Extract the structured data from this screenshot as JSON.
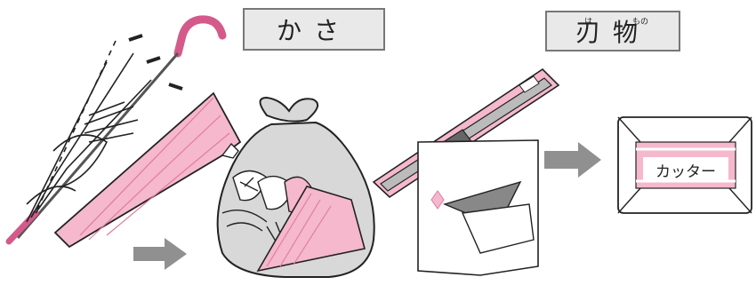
{
  "labels": {
    "umbrella": "かさ",
    "blades": "刃物",
    "blades_ruby_ha": "は",
    "blades_ruby_mono": "もの",
    "wrapped_cutter": "カッター"
  },
  "colors": {
    "pink": "#f5b8cc",
    "pink_dark": "#e07aa0",
    "umbrella_handle": "#d45a8c",
    "bag": "#d8d8d8",
    "arrow": "#909090"
  },
  "icons": [
    "umbrella-icon",
    "trash-bag-icon",
    "cutter-knife-icon",
    "paper-wrapped-blade-icon",
    "arrow-right-icon"
  ]
}
